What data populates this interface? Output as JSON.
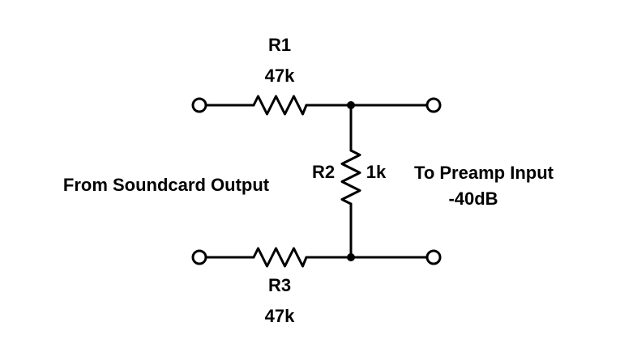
{
  "diagram": {
    "type": "schematic",
    "description": "Resistive attenuator pad between soundcard output and preamp input",
    "components": {
      "r1": {
        "name": "R1",
        "value": "47k",
        "orientation": "horizontal",
        "position": "top-rail"
      },
      "r2": {
        "name": "R2",
        "value": "1k",
        "orientation": "vertical",
        "position": "shunt-between-rails"
      },
      "r3": {
        "name": "R3",
        "value": "47k",
        "orientation": "horizontal",
        "position": "bottom-rail"
      }
    },
    "labels": {
      "r1_name": "R1",
      "r1_value": "47k",
      "r2_name": "R2",
      "r2_value": "1k",
      "r3_name": "R3",
      "r3_value": "47k",
      "left_label": "From Soundcard Output",
      "right_label_line1": "To Preamp Input",
      "right_label_line2": "-40dB"
    },
    "colors": {
      "stroke": "#000000",
      "background": "#ffffff"
    }
  }
}
